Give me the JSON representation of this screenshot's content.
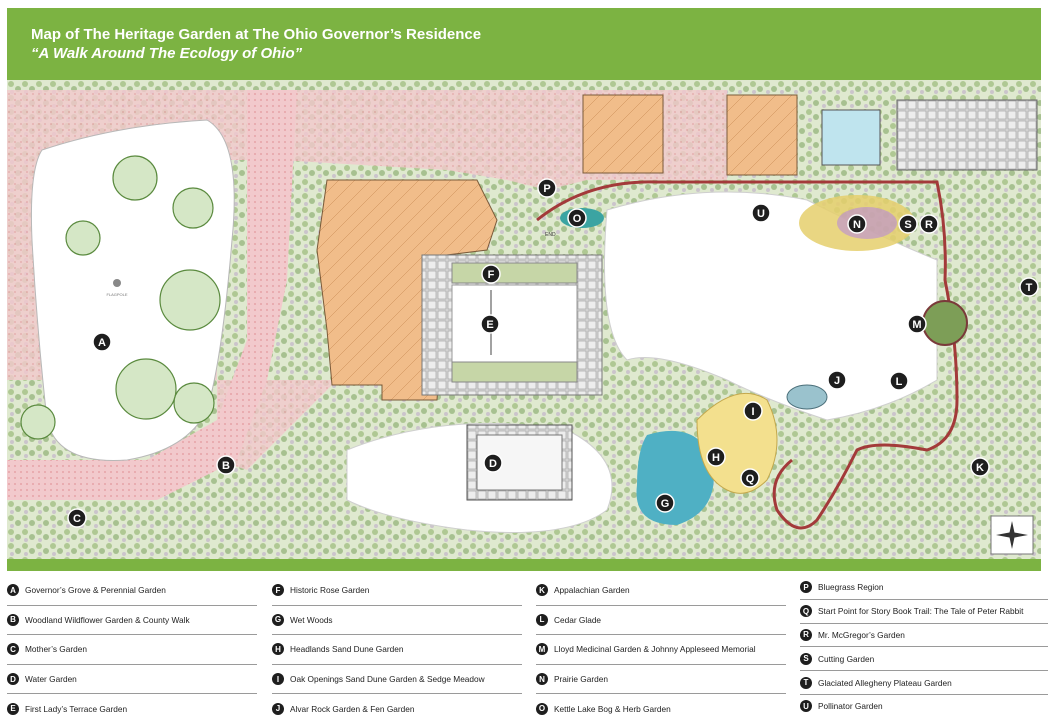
{
  "header": {
    "title": "Map of The Heritage Garden at The Ohio Governor’s Residence",
    "subtitle": "“A Walk Around The Ecology of Ohio”"
  },
  "colors": {
    "header_green": "#7cb342",
    "marker": "#1e1e1e"
  },
  "map": {
    "flagpole_label": "FLAGPOLE",
    "end_label": "END",
    "markers": [
      {
        "letter": "A"
      },
      {
        "letter": "B"
      },
      {
        "letter": "C"
      },
      {
        "letter": "D"
      },
      {
        "letter": "E"
      },
      {
        "letter": "F"
      },
      {
        "letter": "G"
      },
      {
        "letter": "H"
      },
      {
        "letter": "I"
      },
      {
        "letter": "J"
      },
      {
        "letter": "K"
      },
      {
        "letter": "L"
      },
      {
        "letter": "M"
      },
      {
        "letter": "N"
      },
      {
        "letter": "O"
      },
      {
        "letter": "P"
      },
      {
        "letter": "Q"
      },
      {
        "letter": "R"
      },
      {
        "letter": "S"
      },
      {
        "letter": "T"
      },
      {
        "letter": "U"
      }
    ]
  },
  "legend": [
    [
      {
        "letter": "A",
        "label": "Governor’s Grove & Perennial Garden"
      },
      {
        "letter": "B",
        "label": "Woodland Wildflower Garden & County Walk"
      },
      {
        "letter": "C",
        "label": "Mother’s Garden"
      },
      {
        "letter": "D",
        "label": "Water Garden"
      },
      {
        "letter": "E",
        "label": "First Lady’s Terrace Garden"
      }
    ],
    [
      {
        "letter": "F",
        "label": "Historic Rose Garden"
      },
      {
        "letter": "G",
        "label": "Wet Woods"
      },
      {
        "letter": "H",
        "label": "Headlands Sand Dune Garden"
      },
      {
        "letter": "I",
        "label": "Oak Openings Sand Dune Garden & Sedge Meadow"
      },
      {
        "letter": "J",
        "label": "Alvar Rock Garden & Fen Garden"
      }
    ],
    [
      {
        "letter": "K",
        "label": "Appalachian Garden"
      },
      {
        "letter": "L",
        "label": "Cedar Glade"
      },
      {
        "letter": "M",
        "label": "Lloyd Medicinal Garden & Johnny Appleseed Memorial"
      },
      {
        "letter": "N",
        "label": "Prairie Garden"
      },
      {
        "letter": "O",
        "label": "Kettle Lake Bog & Herb Garden"
      }
    ],
    [
      {
        "letter": "P",
        "label": "Bluegrass Region"
      },
      {
        "letter": "Q",
        "label": "Start Point for Story Book Trail: The Tale of Peter Rabbit"
      },
      {
        "letter": "R",
        "label": "Mr. McGregor’s Garden"
      },
      {
        "letter": "S",
        "label": "Cutting Garden"
      },
      {
        "letter": "T",
        "label": "Glaciated Allegheny Plateau Garden"
      },
      {
        "letter": "U",
        "label": "Pollinator Garden"
      }
    ]
  ]
}
